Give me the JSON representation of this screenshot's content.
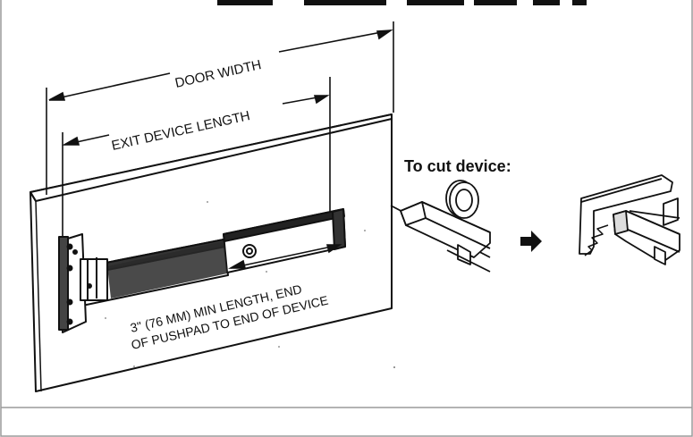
{
  "labels": {
    "door_width": "DOOR WIDTH",
    "exit_device_length": "EXIT DEVICE LENGTH",
    "min_length_line1": "3\" (76 MM) MIN LENGTH, END",
    "min_length_line2": "OF PUSHPAD TO END OF DEVICE",
    "cut_title": "To cut device:"
  },
  "icons": {
    "cut_arrow": "right-arrow-icon"
  },
  "colors": {
    "ink": "#111111",
    "paper": "#ffffff",
    "frame": "#9a9a9a"
  }
}
